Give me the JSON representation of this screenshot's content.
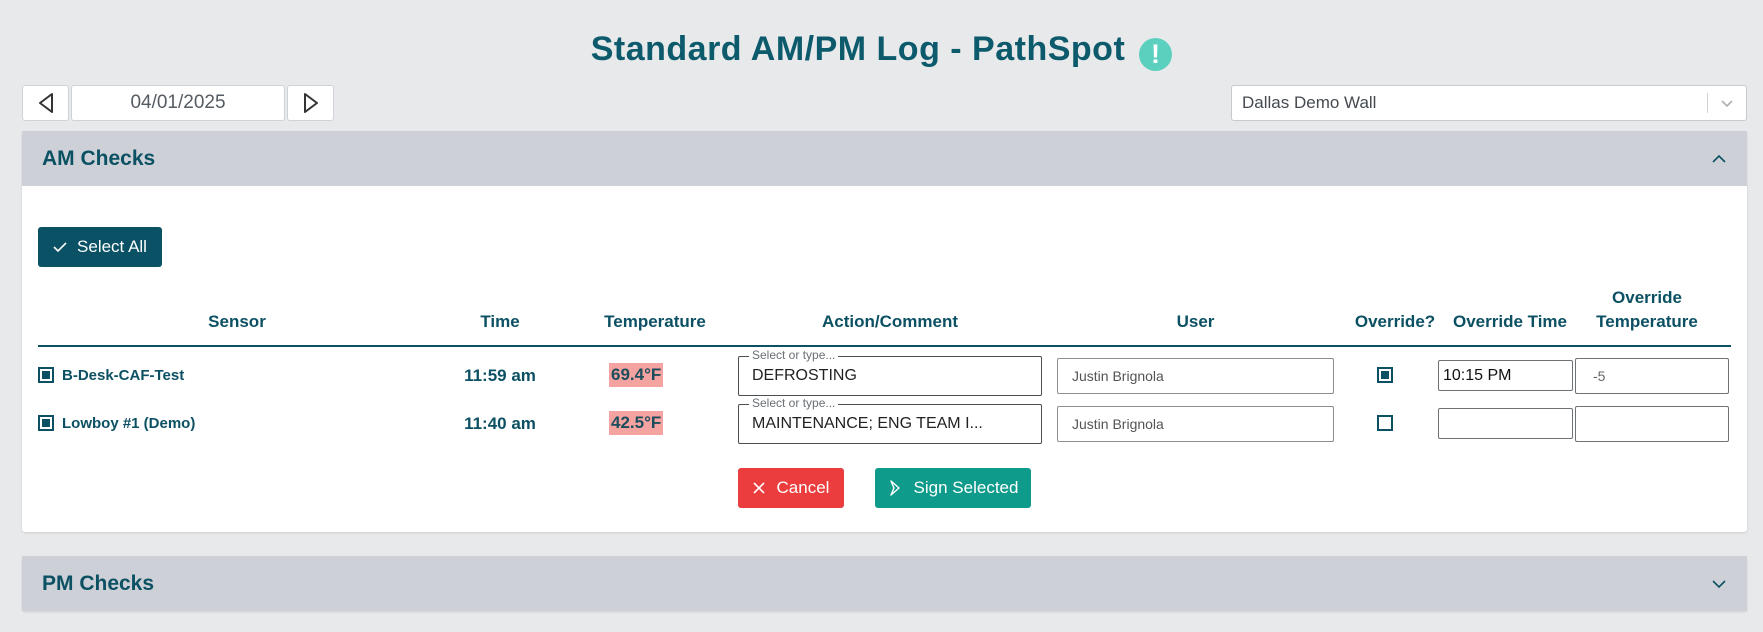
{
  "header": {
    "title": "Standard AM/PM Log - PathSpot",
    "alert_glyph": "!"
  },
  "date_nav": {
    "date": "04/01/2025"
  },
  "location": {
    "selected": "Dallas Demo Wall"
  },
  "am_panel": {
    "title": "AM Checks",
    "select_all_label": "Select All",
    "columns": {
      "sensor": "Sensor",
      "time": "Time",
      "temperature": "Temperature",
      "action": "Action/Comment",
      "user": "User",
      "override": "Override?",
      "override_time": "Override Time",
      "override_temp_line1": "Override",
      "override_temp_line2": "Temperature"
    },
    "rows": [
      {
        "selected": true,
        "sensor": "B-Desk-CAF-Test",
        "time": "11:59 am",
        "temperature": "69.4°F",
        "action_placeholder": "Select or type...",
        "action": "DEFROSTING",
        "user": "Justin Brignola",
        "override": true,
        "override_time": "10:15 PM",
        "override_temperature": "-5"
      },
      {
        "selected": true,
        "sensor": "Lowboy #1 (Demo)",
        "time": "11:40 am",
        "temperature": "42.5°F",
        "action_placeholder": "Select or type...",
        "action": "MAINTENANCE; ENG TEAM I...",
        "user": "Justin Brignola",
        "override": false,
        "override_time": "",
        "override_temperature": ""
      }
    ],
    "cancel_label": "Cancel",
    "sign_label": "Sign Selected"
  },
  "pm_panel": {
    "title": "PM Checks"
  },
  "colors": {
    "primary": "#0c5063",
    "accent_teal": "#0e9b8c",
    "danger": "#eb3d3d",
    "temp_alert_bg": "#f4a3a0",
    "alert_icon": "#5cd0bf"
  }
}
